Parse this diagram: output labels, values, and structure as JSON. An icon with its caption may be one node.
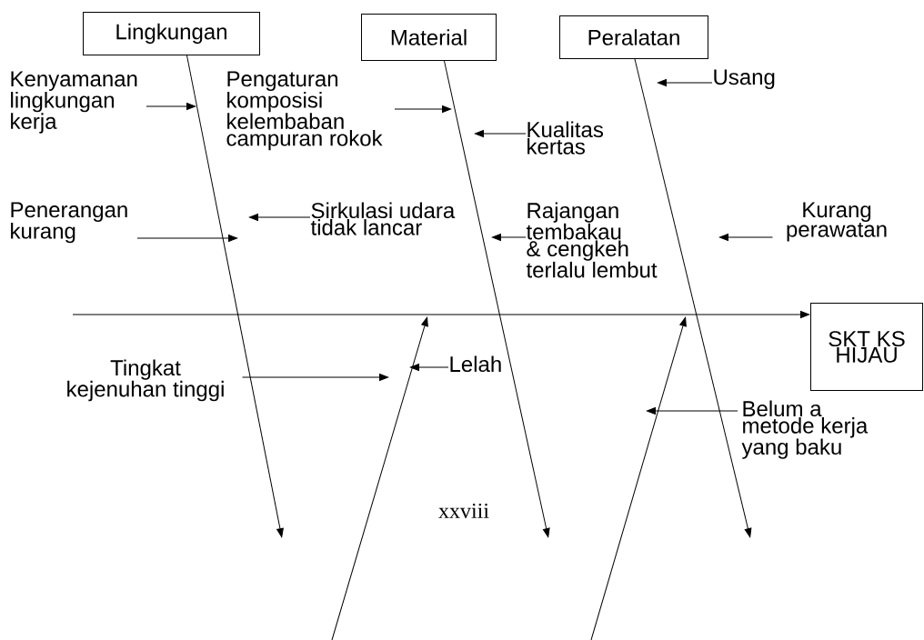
{
  "diagram": {
    "nodes": [
      {
        "text": [
          "Lingkungan"
        ]
      },
      {
        "text": [
          "Material"
        ]
      },
      {
        "text": [
          "Peralatan"
        ]
      },
      {
        "text": [
          "SKT KS HIJAU"
        ]
      },
      {
        "text": [
          "Kenyamanan lingkungan kerja"
        ]
      },
      {
        "text": [
          "Pengaturan komposisi kelembaban campuran rokok"
        ]
      },
      {
        "text": [
          "Kualitas kertas"
        ]
      },
      {
        "text": [
          "Penerangan kurang"
        ]
      },
      {
        "text": [
          "Sirkulasi udara tidak lancar"
        ]
      },
      {
        "text": [
          "Rajangan tembakau & cengkeh terlalu lembut"
        ]
      },
      {
        "text": [
          "Usang"
        ]
      },
      {
        "text": [
          "Kurang perawatan"
        ]
      },
      {
        "text": [
          "Tingkat kejenuhan tinggi"
        ]
      },
      {
        "text": [
          "Lelah"
        ]
      },
      {
        "text": [
          "Belum a metode kerja yang baku"
        ]
      }
    ],
    "edges": [
      {
        "from": 0,
        "to": null,
        "arrow": "to"
      },
      {
        "from": 1,
        "to": null,
        "arrow": "to"
      },
      {
        "from": 2,
        "to": null,
        "arrow": "to"
      },
      {
        "from": null,
        "to": 3,
        "arrow": "to"
      },
      {
        "from": 4,
        "to": null,
        "arrow": "to"
      },
      {
        "from": 5,
        "to": null,
        "arrow": "to"
      },
      {
        "from": 6,
        "to": null,
        "arrow": "to"
      },
      {
        "from": 7,
        "to": null,
        "arrow": "to"
      },
      {
        "from": 8,
        "to": null,
        "arrow": "to"
      },
      {
        "from": 9,
        "to": null,
        "arrow": "to"
      },
      {
        "from": 10,
        "to": null,
        "arrow": "to"
      },
      {
        "from": 11,
        "to": null,
        "arrow": "to"
      },
      {
        "from": 12,
        "to": null,
        "arrow": "to"
      },
      {
        "from": 13,
        "to": null,
        "arrow": "to"
      },
      {
        "from": 14,
        "to": null,
        "arrow": "to"
      }
    ],
    "labels": [
      "xxviii"
    ]
  }
}
